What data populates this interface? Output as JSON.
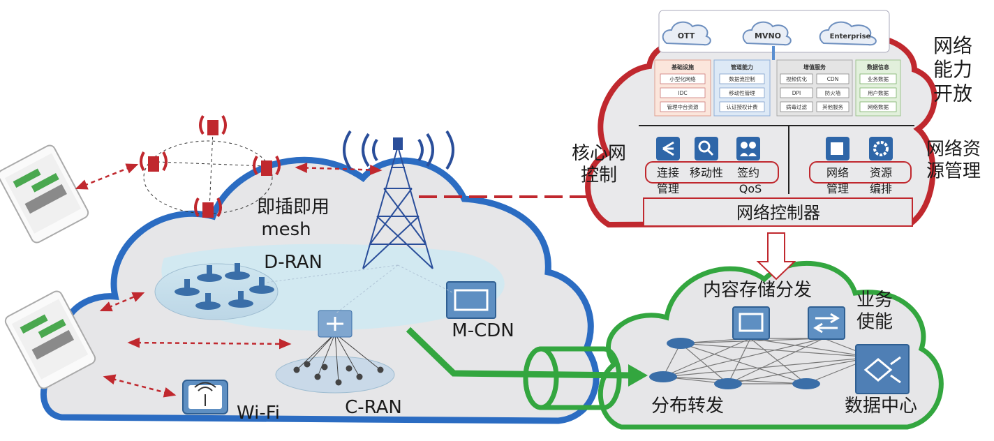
{
  "colors": {
    "access_cloud_stroke": "#2b6cc2",
    "core_cloud_stroke": "#c0282e",
    "edge_cloud_stroke": "#33a63f",
    "cloud_fill": "#e6e6e8",
    "link_red": "#c0282e",
    "device_blue": "#3a6ea8"
  },
  "top_clouds": [
    "OTT",
    "MVNO",
    "Enterprise"
  ],
  "capabilities": [
    {
      "title": "基础设施",
      "items": [
        "小型化网络",
        "IDC",
        "管理中台资源"
      ]
    },
    {
      "title": "管道能力",
      "items": [
        "数据流控制",
        "移动性管理",
        "认证授权计费"
      ]
    },
    {
      "title": "增值服务",
      "items": [
        "视频优化",
        "CDN",
        "DPI",
        "防火墙",
        "病毒过滤",
        "其他服务"
      ]
    },
    {
      "title": "数据信息",
      "items": [
        "业务数据",
        "用户数据",
        "网络数据"
      ]
    }
  ],
  "labels": {
    "network_capability_open": "网络\n能力\n开放",
    "core_control": "核心网\n控制",
    "resource_mgmt": "网络资\n源管理",
    "connect": "连接",
    "mobility": "移动性",
    "contract": "签约",
    "manage": "管理",
    "qos": "QoS",
    "network": "网络",
    "resource": "资源",
    "network_manage": "管理",
    "orchestrate": "编排",
    "controller": "网络控制器",
    "plug_play": "即插即用",
    "mesh": "mesh",
    "d_ran": "D-RAN",
    "c_ran": "C-RAN",
    "m_cdn": "M-CDN",
    "wifi": "Wi-Fi",
    "content_storage": "内容存储分发",
    "service_enable": "业务\n使能",
    "distribute_forward": "分布转发",
    "data_center": "数据中心"
  }
}
